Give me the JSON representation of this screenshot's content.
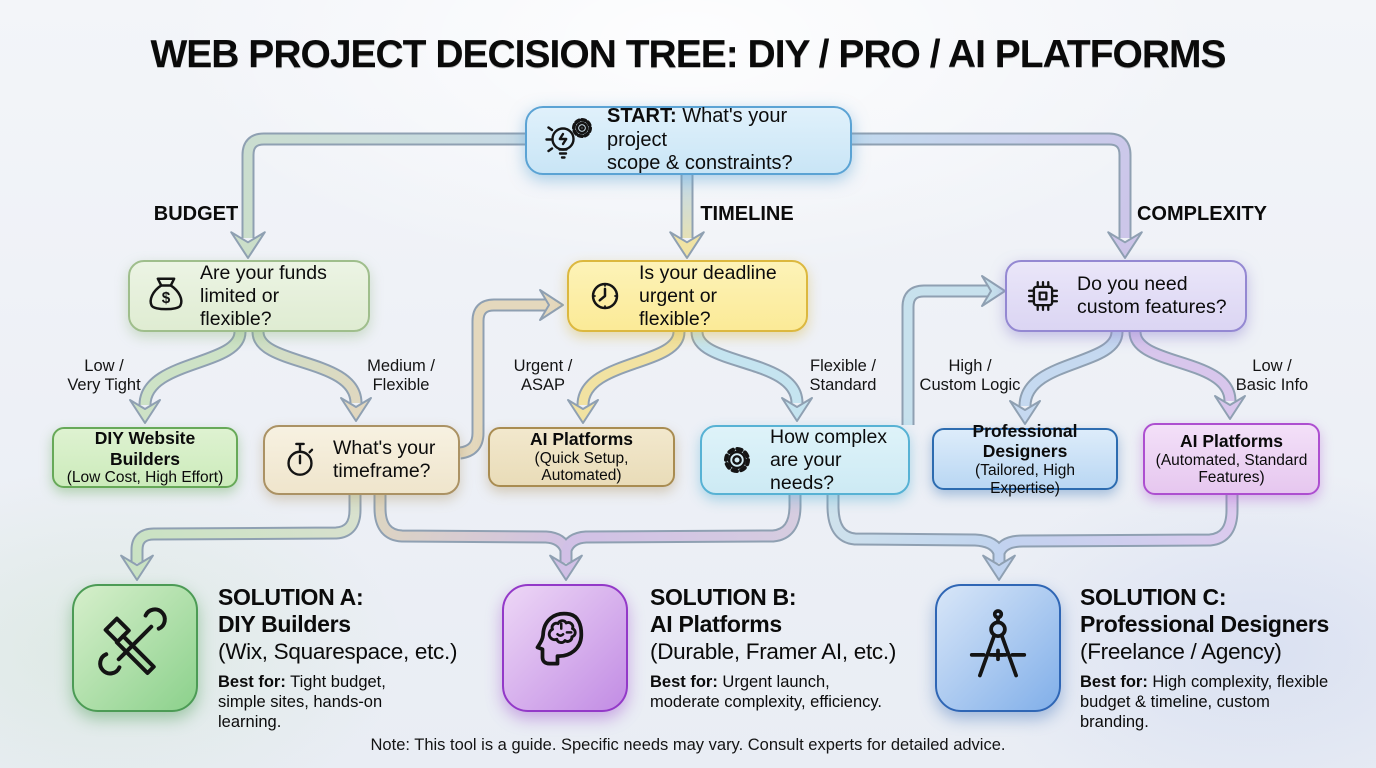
{
  "title": "WEB PROJECT DECISION TREE: DIY / PRO / AI PLATFORMS",
  "start_node": {
    "icon": "lightbulb-gear-icon",
    "prefix": "START:",
    "line1": "What's your project",
    "line2": "scope & constraints?"
  },
  "branch_labels": {
    "budget": "BUDGET",
    "timeline": "TIMELINE",
    "complexity": "COMPLEXITY"
  },
  "question_nodes": {
    "budget": {
      "icon": "money-bag-icon",
      "line1": "Are your funds",
      "line2": "limited or flexible?"
    },
    "timeline": {
      "icon": "clock-icon",
      "line1": "Is your deadline",
      "line2": "urgent or flexible?"
    },
    "complexity": {
      "icon": "chip-icon",
      "line1": "Do you need",
      "line2": "custom features?"
    },
    "timeframe": {
      "icon": "stopwatch-icon",
      "line1": "What's your",
      "line2": "timeframe?"
    },
    "needs": {
      "icon": "gear-icon",
      "line1": "How complex",
      "line2": "are your needs?"
    }
  },
  "edge_labels": {
    "budget_low": {
      "line1": "Low /",
      "line2": "Very Tight"
    },
    "budget_medium": {
      "line1": "Medium /",
      "line2": "Flexible"
    },
    "timeline_urgent": {
      "line1": "Urgent /",
      "line2": "ASAP"
    },
    "timeline_flexible": {
      "line1": "Flexible /",
      "line2": "Standard"
    },
    "complexity_high": {
      "line1": "High /",
      "line2": "Custom Logic"
    },
    "complexity_low": {
      "line1": "Low /",
      "line2": "Basic Info"
    }
  },
  "result_nodes": {
    "diy_builders": {
      "title": "DIY Website Builders",
      "subtitle": "(Low Cost, High Effort)"
    },
    "ai_quick": {
      "title": "AI Platforms",
      "subtitle": "(Quick Setup, Automated)"
    },
    "pro_designers": {
      "title": "Professional Designers",
      "subtitle": "(Tailored, High Expertise)"
    },
    "ai_standard": {
      "title": "AI Platforms",
      "subtitle": "(Automated, Standard Features)"
    }
  },
  "solutions": [
    {
      "icon": "hammer-wrench-icon",
      "title": "SOLUTION A:",
      "name": "DIY Builders",
      "examples": "(Wix, Squarespace, etc.)",
      "best_label": "Best for:",
      "best_text": " Tight budget, simple sites, hands-on learning."
    },
    {
      "icon": "brain-head-icon",
      "title": "SOLUTION B:",
      "name": "AI Platforms",
      "examples": "(Durable, Framer AI, etc.)",
      "best_label": "Best for:",
      "best_text": " Urgent launch, moderate complexity, efficiency."
    },
    {
      "icon": "drafting-compass-icon",
      "title": "SOLUTION C:",
      "name": "Professional Designers",
      "examples": "(Freelance / Agency)",
      "best_label": "Best for:",
      "best_text": " High complexity, flexible budget & timeline, custom branding."
    }
  ],
  "footer_note": "Note: This tool is a guide. Specific needs may vary. Consult experts for detailed advice.",
  "colors": {
    "background": "#edf0f6",
    "connector_outline": "#8fa0b2",
    "start_fill": "#d3eaf8",
    "start_border": "#5ba3d4",
    "budget_fill": "#e5f0dc",
    "budget_border": "#9fbe8c",
    "timeline_fill": "#fdf0ab",
    "timeline_border": "#dcb83f",
    "complexity_fill": "#e4e0f7",
    "complexity_border": "#9488d2",
    "timeframe_fill": "#f3ecd9",
    "timeframe_border": "#ab9264",
    "needs_fill": "#d8f0f7",
    "needs_border": "#57b2d4",
    "diy_fill": "#d5edc8",
    "diy_border": "#67a958",
    "ai_quick_fill": "#eee3c4",
    "ai_quick_border": "#a98c51",
    "pro_fill": "#cfe3f7",
    "pro_border": "#2d6cb0",
    "ai_standard_fill": "#eedaf4",
    "ai_standard_border": "#ad4fd0",
    "solution_a_accent": "#4c9b55",
    "solution_b_accent": "#9339c8",
    "solution_c_accent": "#2f66b5"
  }
}
